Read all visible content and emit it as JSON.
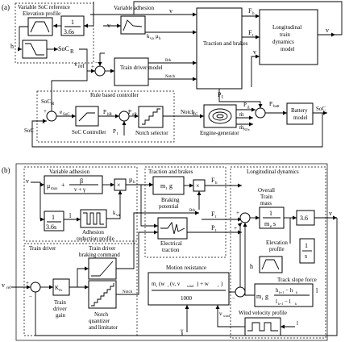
{
  "panel_a": {
    "label": "(a)",
    "soc_ref_group": "Variable SoC reference",
    "elevation_profile": "Elevation profile",
    "gain_frac_num": "1",
    "gain_frac_den": "3.6s",
    "h": "h",
    "soc_r": "SoC",
    "soc_r_sub": "R",
    "v": "v",
    "variable_adhesion": "Variable adhesion",
    "k_va_mu": "k",
    "k_va_sub": "va",
    "mu_sub": "μ",
    "mu_h_sub": "h",
    "v_ref": "v",
    "v_ref_sub": "ref",
    "train_driver_model": "Train driver model",
    "bra": "Brk",
    "notch": "Notch",
    "traction_brakes": "Traction and brakes",
    "fb": "F",
    "fb_sub": "b",
    "ft": "F",
    "ft_sub": "t",
    "longitudinal_model": "Longitudinal train dynamics model",
    "v_out": "v",
    "pt": "P",
    "pt_sub": "t",
    "rule_based": "Rule based controller",
    "soc_r2": "SoC",
    "soc_r2_sub": "R",
    "e_soc": "e",
    "e_soc_sub": "SoC",
    "p_bR": "P",
    "p_bR_sub": "bR",
    "p_gR": "P",
    "p_gR_sub": "gR",
    "soc_controller": "SoC Controller",
    "notch_selector": "Notch selector",
    "notch_eg": "Notch",
    "notch_eg_sub": "EG",
    "p_g": "P",
    "p_g_sub": "g",
    "m_f": "ṁ",
    "m_f_sub": "f",
    "m_nox": "ṁ",
    "m_nox_sub": "NOx",
    "engine_generator": "Engine-generator",
    "p_batt": "P",
    "p_batt_sub": "batt",
    "battery_model": "Battery model",
    "soc": "SoC",
    "soc_fb": "SoC",
    "p_t2": "P",
    "p_t2_sub": "t"
  },
  "panel_b": {
    "label": "(b)",
    "variable_adhesion": "Variable adhesion",
    "v": "v",
    "mu_max": "μ",
    "mu_max_sub": "max",
    "beta": "β",
    "v_gamma": "v + γ",
    "mu_h": "μ",
    "mu_h_sub": "h",
    "gain_num": "1",
    "gain_den": "3.6s",
    "l": "l",
    "k_va": "k",
    "k_va_sub": "va",
    "adhesion_profile": "Adhesion reduction profile",
    "traction_brakes": "Traction and brakes",
    "mtg": "m",
    "mtg_sub": "t",
    "mtg_g": "g",
    "braking_potential": "Braking potential",
    "fb": "F",
    "fb_sub": "b",
    "brk": "Brk",
    "ft": "F",
    "ft_sub": "t",
    "pt": "P",
    "pt_sub": "t",
    "electrical_traction": "Electrical traction",
    "longitudinal": "Longitudinal dynamics",
    "overall_mass": "Overall Train mass",
    "inv_num": "1",
    "inv_den": "m",
    "inv_den_sub": "e",
    "inv_den_s": "s",
    "gain36": "3.6",
    "v_out": "v",
    "elevation_profile": "Elevation profile",
    "int_num": "1",
    "int_den": "s",
    "track_slope": "Track slope force",
    "slope_m": "m",
    "slope_m_sub": "t",
    "slope_g": "g",
    "slope_num": "h",
    "slope_num_a": "k+1",
    "slope_num_b": " − h",
    "slope_num_c": "k",
    "slope_den": "l",
    "slope_den_a": "k+1",
    "slope_den_b": " − l",
    "slope_den_c": "k",
    "h": "h",
    "l2": "l",
    "train_driver": "Train driver",
    "braking_command": "Train driver braking command",
    "v_ref": "v",
    "v_ref_sub": "ref",
    "k_dr": "K",
    "k_dr_sub": "Dr",
    "driver_gain": "Train driver gain",
    "notch_quant": "Notch quantizer and limitator",
    "notch": "Notch",
    "motion_resistance": "Motion resistance",
    "mr_formula_top": "m",
    "mr_formula_sub": "t",
    "mr_w": "(w",
    "mr_w_sub": "t",
    "mr_args": "(v, v",
    "mr_wind_sub": "wind",
    "mr_plus": ") + w",
    "mr_i_sub": "i",
    "mr_close": ")",
    "mr_den": "1000",
    "v_wind": "v",
    "v_wind_sub": "wind",
    "wind_profile": "Wind velocity profile",
    "l3": "l",
    "v2": "v"
  }
}
